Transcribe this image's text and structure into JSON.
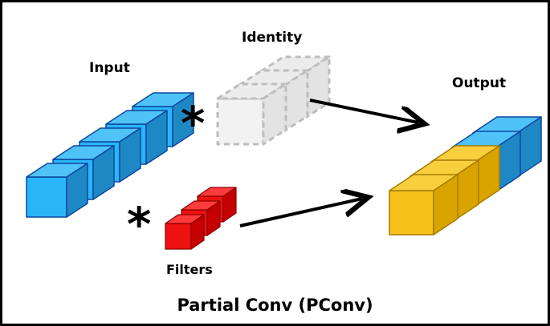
{
  "labels": {
    "input": "Input",
    "identity": "Identity",
    "output": "Output",
    "filters": "Filters",
    "caption": "Partial Conv (PConv)"
  },
  "operators": {
    "identity_op": "*",
    "filters_op": "*"
  },
  "colors": {
    "input_front": "#29b6f6",
    "input_top": "#4fc3f7",
    "input_side": "#1e88c5",
    "identity_front": "#f2f2f2",
    "identity_stroke": "#bdbdbd",
    "filter_front": "#ee1111",
    "output_blue_front": "#29b6f6",
    "output_gold_front": "#f6c11a",
    "arrow": "#000000"
  },
  "icons": {
    "operator": "asterisk-icon",
    "arrow": "arrow-right-icon"
  }
}
